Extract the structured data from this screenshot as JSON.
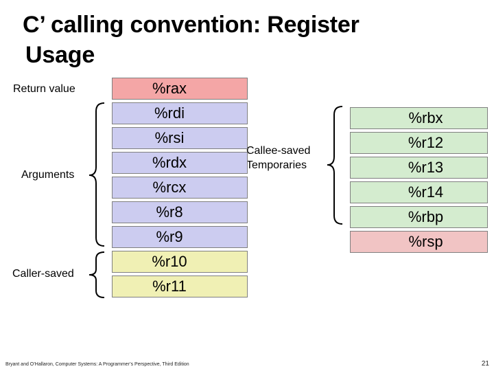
{
  "slide": {
    "title_line1": "C’ calling convention: Register",
    "title_line2": "Usage"
  },
  "labels": {
    "return_value": "Return value",
    "arguments": "Arguments",
    "caller_saved": "Caller-saved",
    "callee_saved_line1": "Callee-saved",
    "callee_saved_line2": "Temporaries"
  },
  "left_registers": [
    {
      "name": "%rax",
      "color": "#f4a6a6"
    },
    {
      "name": "%rdi",
      "color": "#ccccf0"
    },
    {
      "name": "%rsi",
      "color": "#ccccf0"
    },
    {
      "name": "%rdx",
      "color": "#ccccf0"
    },
    {
      "name": "%rcx",
      "color": "#ccccf0"
    },
    {
      "name": "%r8",
      "color": "#ccccf0"
    },
    {
      "name": "%r9",
      "color": "#ccccf0"
    },
    {
      "name": "%r10",
      "color": "#f0f0b4"
    },
    {
      "name": "%r11",
      "color": "#f0f0b4"
    }
  ],
  "right_registers": [
    {
      "name": "%rbx",
      "color": "#d4eccf"
    },
    {
      "name": "%r12",
      "color": "#d4eccf"
    },
    {
      "name": "%r13",
      "color": "#d4eccf"
    },
    {
      "name": "%r14",
      "color": "#d4eccf"
    },
    {
      "name": "%rbp",
      "color": "#d4eccf"
    },
    {
      "name": "%rsp",
      "color": "#f1c4c4"
    }
  ],
  "footer": {
    "citation": "Bryant and O’Hallaron, Computer Systems: A Programmer’s Perspective, Third Edition",
    "page_number": "21"
  }
}
